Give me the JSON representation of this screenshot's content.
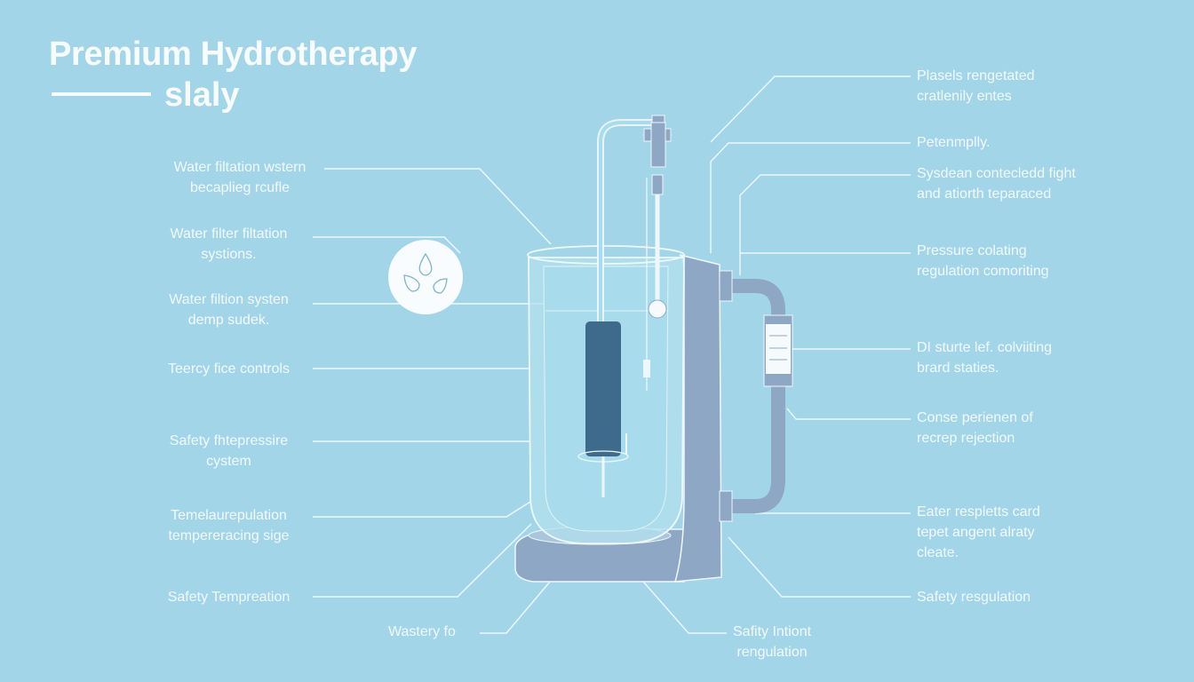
{
  "header": {
    "title": "Premium Hydrotherapy",
    "subtitle": "slaly"
  },
  "left_labels": [
    {
      "line1": "Water filtation wstern",
      "line2": "becaplieg rcufle"
    },
    {
      "line1": "Water filter filtation",
      "line2": "systions."
    },
    {
      "line1": "Water filtion systen",
      "line2": "demp sudek."
    },
    {
      "line1": "Teercy fice controls"
    },
    {
      "line1": "Safety fhtepressire",
      "line2": "cystem"
    },
    {
      "line1": "Temelaurepulation",
      "line2": "tempereracing sige"
    },
    {
      "line1": "Safety Tempreation"
    }
  ],
  "bottom_labels": [
    {
      "line1": "Wastery fo"
    },
    {
      "line1": "Safity Intiont",
      "line2": "rengulation"
    }
  ],
  "right_labels": [
    {
      "line1": "Plasels rengetated",
      "line2": "cratlenily entes"
    },
    {
      "line1": "Petenmplly."
    },
    {
      "line1": "Sysdean contecledd fight",
      "line2": "and atiorth teparaced"
    },
    {
      "line1": "Pressure colating",
      "line2": "regulation comoriting"
    },
    {
      "line1": "DI sturte lef. colviiting",
      "line2": "brard staties."
    },
    {
      "line1": "Conse perienen of",
      "line2": "recrep rejection"
    },
    {
      "line1": "Eater respletts card",
      "line2": "tepet angent alraty",
      "line3": "cleate."
    },
    {
      "line1": "Safety resgulation"
    }
  ],
  "icons": [
    "water-drops-icon"
  ],
  "colors": {
    "background": "#a3d5e8",
    "stand": "#8ea7c4",
    "filter": "#3e6a8c",
    "line": "#eef8fc"
  }
}
